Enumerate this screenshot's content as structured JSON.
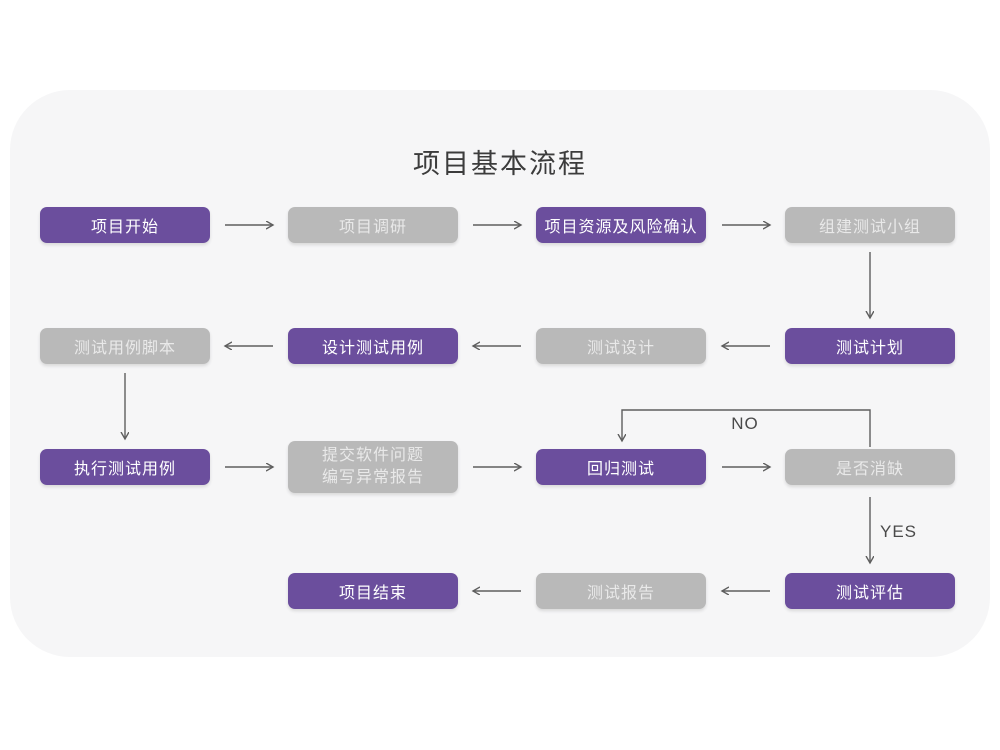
{
  "title": "项目基本流程",
  "colors": {
    "node_active": "#6b4e9d",
    "node_inactive": "#b9b9b9",
    "panel_background": "#f6f6f7",
    "arrow": "#5e5e5e",
    "title_text": "#3c3c3c"
  },
  "nodes": [
    {
      "id": "project-start",
      "label": "项目开始",
      "variant": "purple"
    },
    {
      "id": "project-research",
      "label": "项目调研",
      "variant": "gray"
    },
    {
      "id": "resource-risk",
      "label": "项目资源及风险确认",
      "variant": "purple"
    },
    {
      "id": "build-test-team",
      "label": "组建测试小组",
      "variant": "gray"
    },
    {
      "id": "test-plan",
      "label": "测试计划",
      "variant": "purple"
    },
    {
      "id": "test-design",
      "label": "测试设计",
      "variant": "gray"
    },
    {
      "id": "design-test-case",
      "label": "设计测试用例",
      "variant": "purple"
    },
    {
      "id": "test-case-script",
      "label": "测试用例脚本",
      "variant": "gray"
    },
    {
      "id": "execute-test-case",
      "label": "执行测试用例",
      "variant": "purple"
    },
    {
      "id": "submit-issue",
      "label": "提交软件问题",
      "label2": "编写异常报告",
      "variant": "gray"
    },
    {
      "id": "regression-test",
      "label": "回归测试",
      "variant": "purple"
    },
    {
      "id": "defect-cleared",
      "label": "是否消缺",
      "variant": "gray"
    },
    {
      "id": "test-evaluate",
      "label": "测试评估",
      "variant": "purple"
    },
    {
      "id": "test-report",
      "label": "测试报告",
      "variant": "gray"
    },
    {
      "id": "project-end",
      "label": "项目结束",
      "variant": "purple"
    }
  ],
  "edge_labels": {
    "no": "NO",
    "yes": "YES"
  }
}
